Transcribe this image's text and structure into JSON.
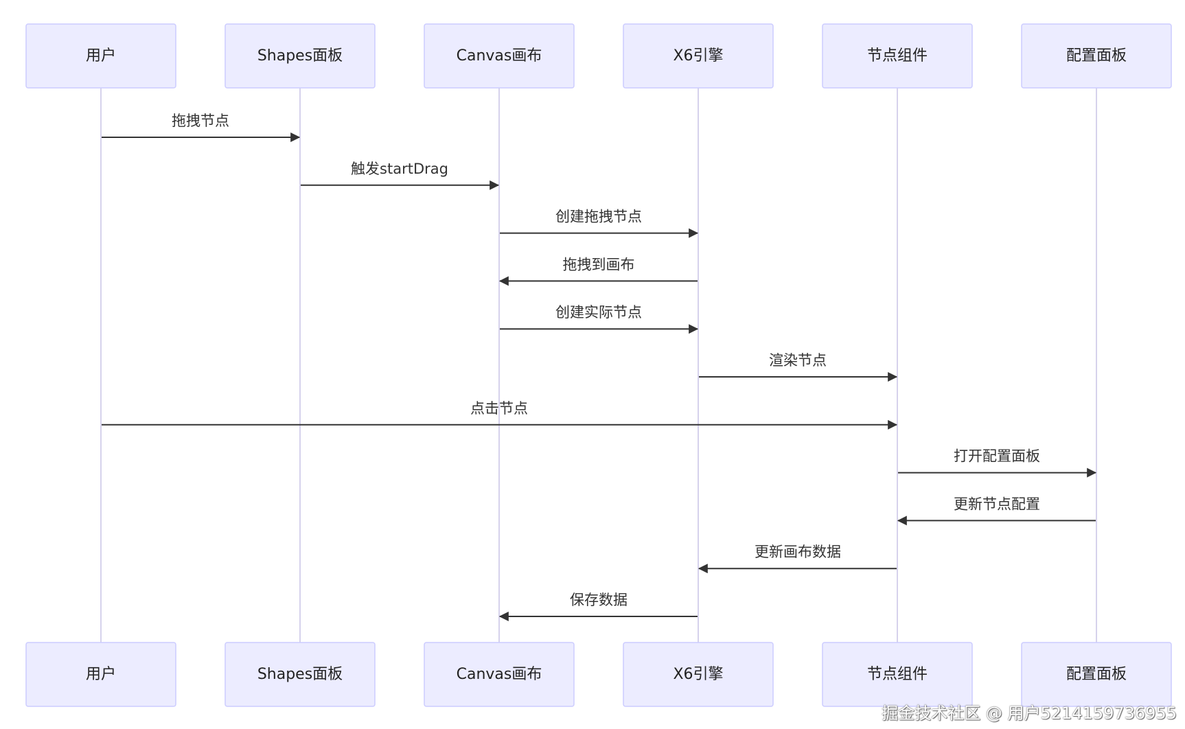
{
  "participants": [
    {
      "id": "user",
      "label": "用户"
    },
    {
      "id": "shapes",
      "label": "Shapes面板"
    },
    {
      "id": "canvas",
      "label": "Canvas画布"
    },
    {
      "id": "x6",
      "label": "X6引擎"
    },
    {
      "id": "node",
      "label": "节点组件"
    },
    {
      "id": "config",
      "label": "配置面板"
    }
  ],
  "messages": [
    {
      "from": "user",
      "to": "shapes",
      "label": "拖拽节点"
    },
    {
      "from": "shapes",
      "to": "canvas",
      "label": "触发startDrag"
    },
    {
      "from": "canvas",
      "to": "x6",
      "label": "创建拖拽节点"
    },
    {
      "from": "x6",
      "to": "canvas",
      "label": "拖拽到画布"
    },
    {
      "from": "canvas",
      "to": "x6",
      "label": "创建实际节点"
    },
    {
      "from": "x6",
      "to": "node",
      "label": "渲染节点"
    },
    {
      "from": "user",
      "to": "node",
      "label": "点击节点"
    },
    {
      "from": "node",
      "to": "config",
      "label": "打开配置面板"
    },
    {
      "from": "config",
      "to": "node",
      "label": "更新节点配置"
    },
    {
      "from": "node",
      "to": "x6",
      "label": "更新画布数据"
    },
    {
      "from": "x6",
      "to": "canvas",
      "label": "保存数据"
    }
  ],
  "watermark": "掘金技术社区 @ 用户5214159736955",
  "colors": {
    "actor_fill": "#ECECFF",
    "actor_border": "#CCCCFF",
    "lifeline": "#D6D2EC",
    "message": "#333333"
  }
}
